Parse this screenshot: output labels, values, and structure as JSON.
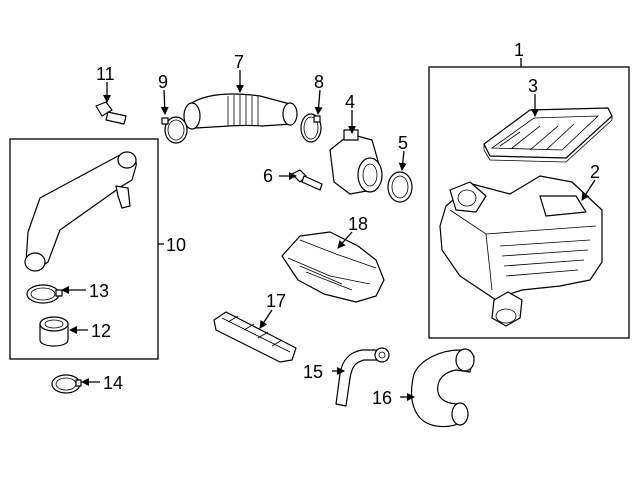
{
  "diagram": {
    "accent_color": "#000000",
    "background_color": "#ffffff",
    "callouts": [
      {
        "id": "c1",
        "label": "1"
      },
      {
        "id": "c2",
        "label": "2"
      },
      {
        "id": "c3",
        "label": "3"
      },
      {
        "id": "c4",
        "label": "4"
      },
      {
        "id": "c5",
        "label": "5"
      },
      {
        "id": "c6",
        "label": "6"
      },
      {
        "id": "c7",
        "label": "7"
      },
      {
        "id": "c8",
        "label": "8"
      },
      {
        "id": "c9",
        "label": "9"
      },
      {
        "id": "c10",
        "label": "10"
      },
      {
        "id": "c11",
        "label": "11"
      },
      {
        "id": "c12",
        "label": "12"
      },
      {
        "id": "c13",
        "label": "13"
      },
      {
        "id": "c14",
        "label": "14"
      },
      {
        "id": "c15",
        "label": "15"
      },
      {
        "id": "c16",
        "label": "16"
      },
      {
        "id": "c17",
        "label": "17"
      },
      {
        "id": "c18",
        "label": "18"
      }
    ]
  }
}
